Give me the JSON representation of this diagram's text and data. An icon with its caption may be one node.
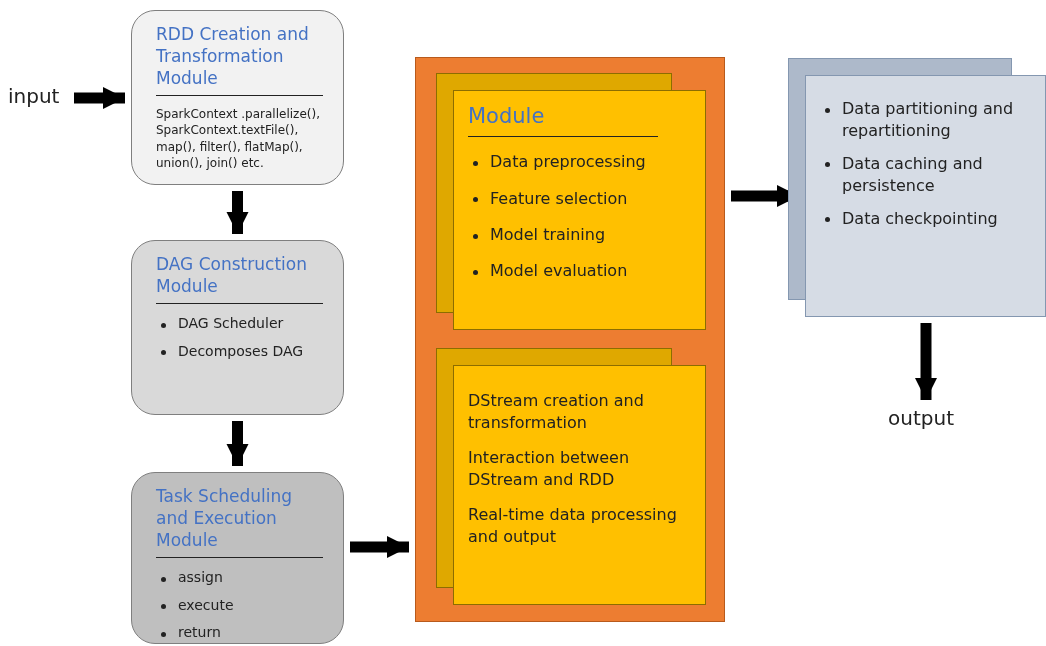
{
  "diagram": {
    "nodes": [
      {
        "text": [
          "input"
        ]
      },
      {
        "text": [
          "RDD Creation and Transformation Module",
          "SparkContext .parallelize(), SparkContext.textFile(), map(), filter(), flatMap(), union(), join() etc."
        ]
      },
      {
        "text": [
          "DAG Construction Module",
          "DAG Scheduler",
          "Decomposes DAG"
        ]
      },
      {
        "text": [
          "Task Scheduling and Execution Module",
          "assign",
          "execute",
          "return"
        ]
      },
      {
        "text": [],
        "shape": "box"
      },
      {
        "text": [
          "Module",
          "Data preprocessing",
          "Feature selection",
          "Model training",
          "Model evaluation"
        ],
        "in": 4
      },
      {
        "text": [
          "DStream creation and transformation",
          "Interaction between DStream and RDD",
          "Real-time data processing and output"
        ],
        "in": 4
      },
      {
        "text": [
          "Data partitioning and repartitioning",
          "Data caching and persistence",
          "Data checkpointing"
        ]
      },
      {
        "text": [
          "output"
        ]
      }
    ],
    "edges": [
      {
        "from": 0,
        "to": 1,
        "arrow": "to"
      },
      {
        "from": 1,
        "to": 2,
        "arrow": "to"
      },
      {
        "from": 2,
        "to": 3,
        "arrow": "to"
      },
      {
        "from": 3,
        "to": 4,
        "arrow": "to"
      },
      {
        "from": 4,
        "to": 7,
        "arrow": "to"
      },
      {
        "from": 7,
        "to": 8,
        "arrow": "to"
      }
    ]
  }
}
